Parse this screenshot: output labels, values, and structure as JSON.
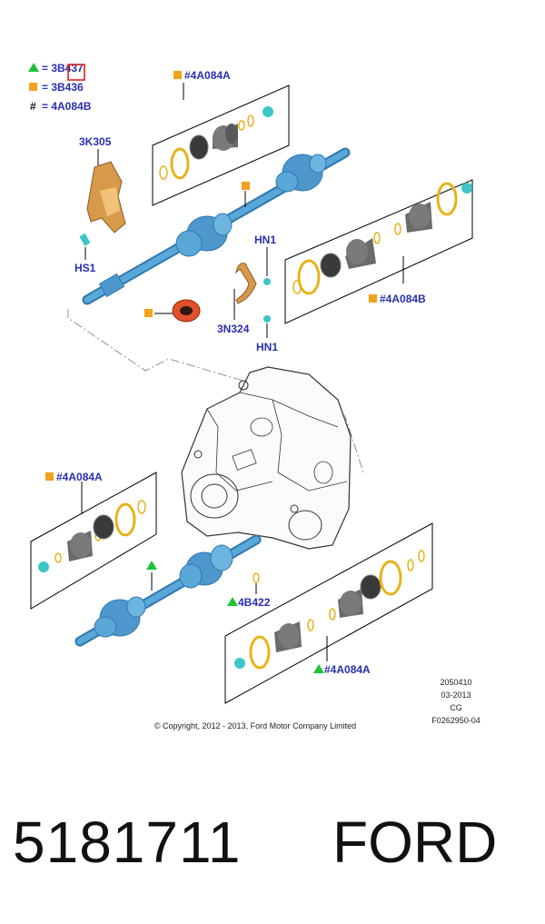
{
  "colors": {
    "label_blue": "#2a2fb0",
    "shaft_blue": "#5aa8d8",
    "shaft_dark": "#2f78b0",
    "marker_orange": "#f3a21b",
    "marker_green": "#1fc23a",
    "ring_gold": "#e8b21a",
    "bracket_tan": "#d79a4a",
    "seal_red": "#e0502a",
    "clip_cyan": "#3cc6c8",
    "frame_stroke": "#000000"
  },
  "legend": [
    {
      "marker": "triangle-green",
      "text": "= 3B437"
    },
    {
      "marker": "square-orange",
      "text": "= 3B436"
    },
    {
      "marker": "hash",
      "symbol": "#",
      "text": "= 4A084B"
    }
  ],
  "callouts": {
    "kit_top": "#4A084A",
    "kit_right": "#4A084B",
    "kit_left_lower": "#4A084A",
    "kit_right_lower": "#4A084A",
    "bracket": "3K305",
    "bolt": "HS1",
    "nut_upper": "HN1",
    "nut_lower": "HN1",
    "strap": "3N324",
    "circlip": "4B422"
  },
  "info_block": [
    "2050410",
    "03-2013",
    "CG",
    "F0262950-04"
  ],
  "copyright": "© Copyright, 2012 - 2013, Ford Motor Company Limited",
  "part_number": "5181711",
  "brand": "FORD"
}
